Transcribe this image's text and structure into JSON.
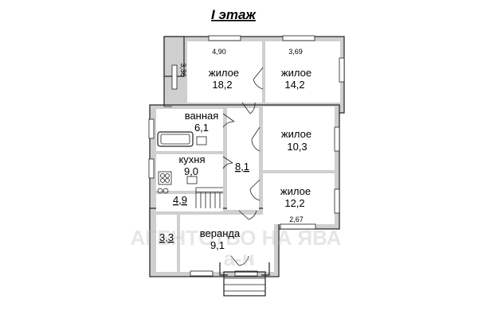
{
  "title": "I этаж",
  "rooms": [
    {
      "name": "жилое",
      "area": "18,2"
    },
    {
      "name": "жилое",
      "area": "14,2"
    },
    {
      "name": "ванная",
      "area": "6,1"
    },
    {
      "name": "жилое",
      "area": "10,3"
    },
    {
      "name": "кухня",
      "area": "9,0"
    },
    {
      "name": "жилое",
      "area": "12,2"
    },
    {
      "name": "веранда",
      "area": "9,1"
    }
  ],
  "unnamed_areas": [
    "8,1",
    "4,9",
    "3,3"
  ],
  "dimensions": [
    "4,90",
    "3,69",
    "3,36",
    "2,67"
  ],
  "watermark": {
    "line1": "АГЕНТСТВО НА ЯВА",
    "line2": "а-н"
  }
}
